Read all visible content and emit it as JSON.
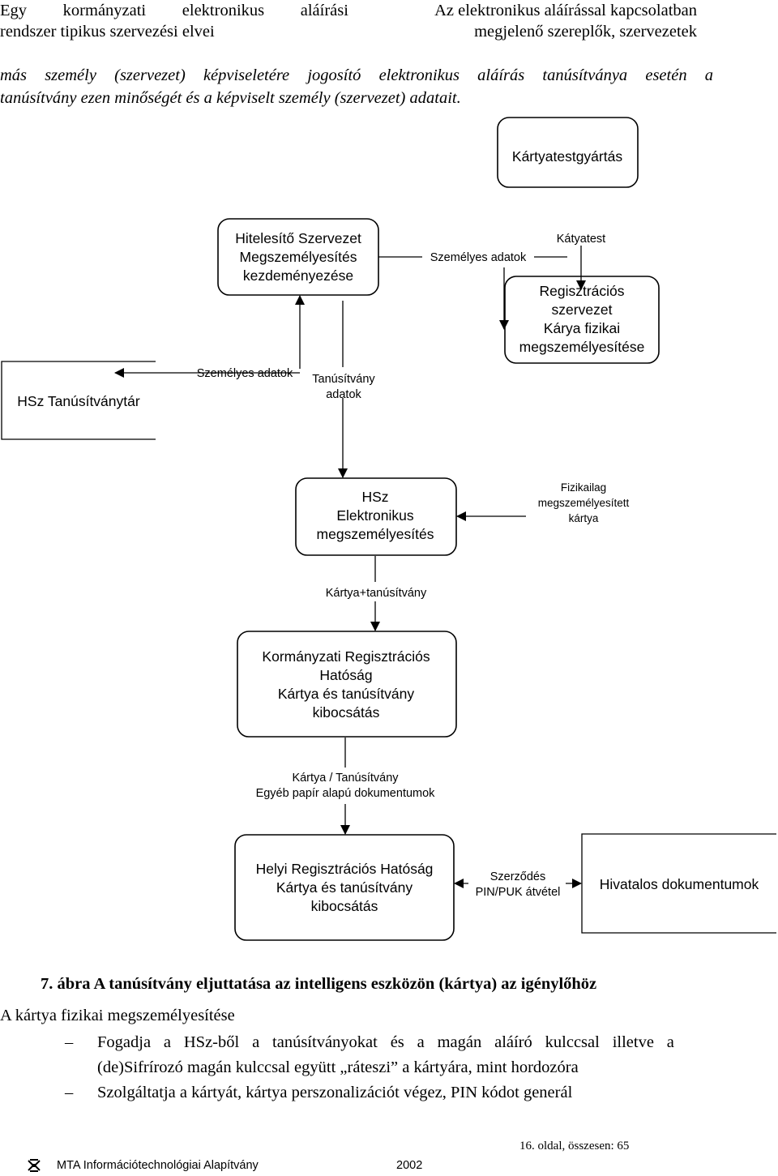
{
  "header": {
    "left_line1_words": [
      "Egy",
      "kormányzati",
      "elektronikus",
      "aláírási"
    ],
    "left_line2": "rendszer tipikus szervezési elvei",
    "right_line1": "Az elektronikus aláírással kapcsolatban",
    "right_line2": "megjelenő szereplők, szervezetek"
  },
  "intro": {
    "line1_words": [
      "más",
      "személy",
      "(szervezet)",
      "képviseletére",
      "jogosító",
      "elektronikus",
      "aláírás",
      "tanúsítványa",
      "esetén",
      "a"
    ],
    "line2": "tanúsítvány ezen minőségét és a képviselt személy (szervezet) adatait."
  },
  "diagram": {
    "nodes": {
      "kartyatest": [
        "Kártyatestgyártás"
      ],
      "hitelesito": [
        "Hitelesítő Szervezet",
        "Megszemélyesítés",
        "kezdeményezése"
      ],
      "regisztracios": [
        "Regisztrációs",
        "szervezet",
        "Kárya fizikai",
        "megszemélyesítése"
      ],
      "tanusitvanytar": [
        "HSz Tanúsítványtár"
      ],
      "elektronikus": [
        "HSz",
        "Elektronikus",
        "megszemélyesítés"
      ],
      "kormanyzati": [
        "Kormányzati Regisztrációs",
        "Hatóság",
        "Kártya és tanúsítvány",
        "kibocsátás"
      ],
      "helyi": [
        "Helyi Regisztrációs Hatóság",
        "Kártya és tanúsítvány",
        "kibocsátás"
      ],
      "hivatalos": [
        "Hivatalos dokumentumok"
      ]
    },
    "labels": {
      "katyatest": [
        "Kátyatest"
      ],
      "szemelyes_top": [
        "Személyes adatok"
      ],
      "szemelyes_left": [
        "Személyes adatok"
      ],
      "tanusitvany_adatok": [
        "Tanúsítvány",
        "adatok"
      ],
      "fizikailag": [
        "Fizikailag",
        "megszemélyesített",
        "kártya"
      ],
      "kartya_tanusitvany": [
        "Kártya+tanúsítvány"
      ],
      "kartya_egyeb": [
        "Kártya / Tanúsítvány",
        "Egyéb papír alapú dokumentumok"
      ],
      "szerzodes": [
        "Szerződés",
        "PIN/PUK átvétel"
      ]
    }
  },
  "caption": "7. ábra A tanúsítvány eljuttatása az intelligens eszközön (kártya) az igénylőhöz",
  "body": {
    "para": "A kártya fizikai megszemélyesítése",
    "bullets": [
      {
        "dash": "–",
        "line1_words": [
          "Fogadja",
          "a",
          "HSz-ből",
          "a",
          "tanúsítványokat",
          "és",
          "a",
          "magán",
          "aláíró",
          "kulccsal",
          "illetve",
          "a"
        ],
        "line2": "(de)Sifrírozó  magán kulccsal együtt „ráteszi” a kártyára, mint hordozóra"
      },
      {
        "dash": "–",
        "line1": "Szolgáltatja a kártyát, kártya perszonalizációt végez, PIN kódot generál"
      }
    ]
  },
  "footer": {
    "page_info": "16. oldal, összesen: 65",
    "org": "MTA Információtechnológiai Alapítvány",
    "year": "2002",
    "logo_icon": "mta-logo-icon"
  }
}
